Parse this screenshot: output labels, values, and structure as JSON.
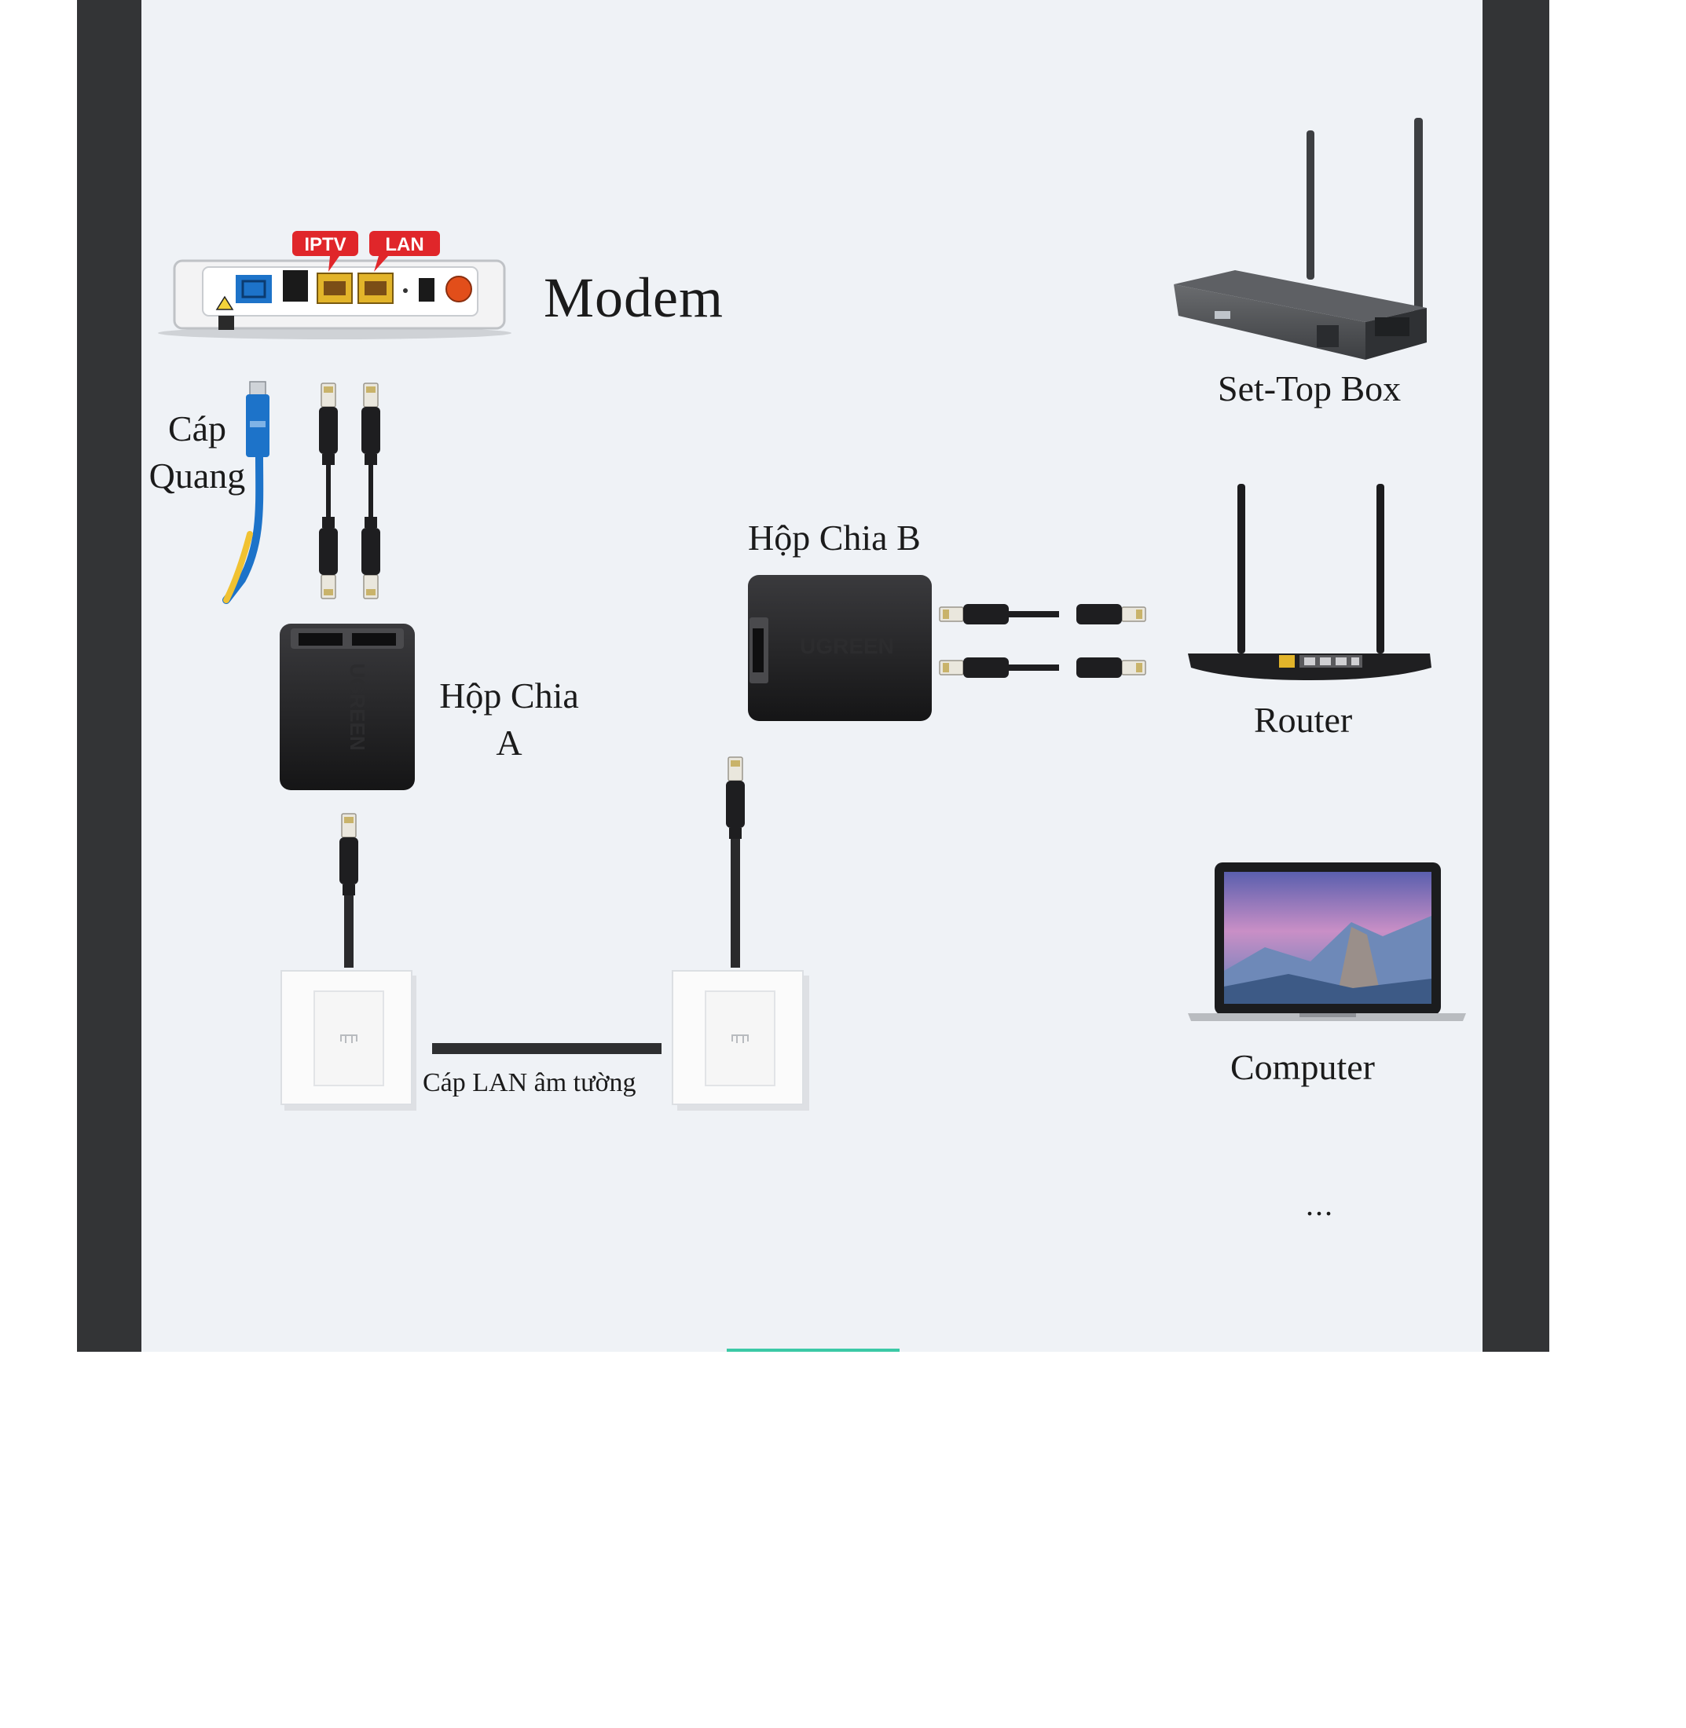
{
  "diagram": {
    "modem": {
      "label": "Modem",
      "port_tags": [
        "IPTV",
        "LAN"
      ]
    },
    "fiber_cable": {
      "label": "Cáp Quang"
    },
    "splitter_a": {
      "label": "Hộp Chia A",
      "label_line1": "Hộp Chia",
      "label_line2": "A",
      "brand": "UGREEN"
    },
    "splitter_b": {
      "label": "Hộp Chia B",
      "brand": "UGREEN"
    },
    "wall_cable": {
      "label": "Cáp LAN âm tường"
    },
    "devices": [
      {
        "id": "set-top-box",
        "label": "Set-Top Box"
      },
      {
        "id": "router",
        "label": "Router"
      },
      {
        "id": "computer",
        "label": "Computer"
      }
    ],
    "more": "..."
  },
  "colors": {
    "panel_background": "#eff2f6",
    "frame": "#333436",
    "tag_red": "#e0262a",
    "port_yellow": "#e2b42a",
    "fiber_blue": "#1d73c9",
    "fiber_yellow": "#f1c232",
    "device_black": "#1f1f21",
    "accent_line": "#3cc9a6"
  }
}
